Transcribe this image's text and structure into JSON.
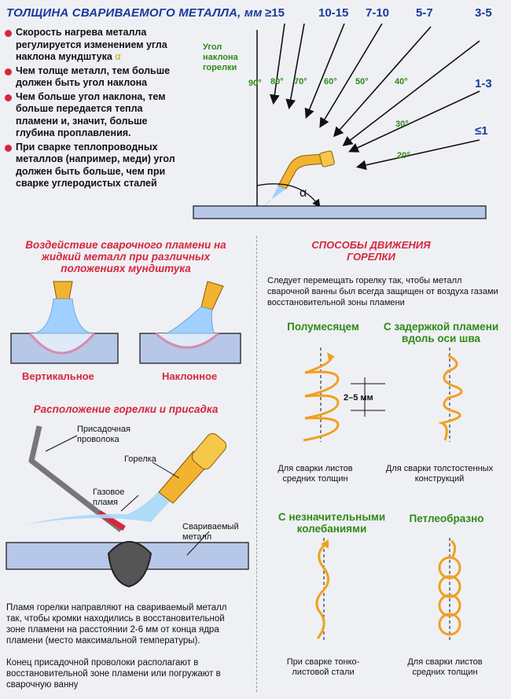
{
  "header": {
    "title": "ТОЛЩИНА СВАРИВАЕМОГО МЕТАЛЛА, мм",
    "thicknesses": [
      "≥15",
      "10-15",
      "7-10",
      "5-7",
      "3-5"
    ],
    "thickness_right": [
      "1-3",
      "≤1"
    ]
  },
  "bullets": [
    {
      "text": "Скорость нагрева металла регулируется изменением угла наклона мундштука ",
      "symbol": "α"
    },
    {
      "text": "Чем толще металл, тем больше должен быть угол наклона"
    },
    {
      "text": "Чем больше угол наклона, тем больше передается теп­ла пламени и, значит, боль­ше глубина проплавления."
    },
    {
      "text": "При сварке теплопроводных металлов (например, меди) угол должен быть больше, чем при сварке углеродис­тых сталей"
    }
  ],
  "angle_diagram": {
    "label": "Угол наклона горелки",
    "angles": [
      "90°",
      "80°",
      "70°",
      "60°",
      "50°",
      "40°",
      "30°",
      "20°"
    ],
    "alpha": "α"
  },
  "flame_section": {
    "title": "Воздействие сварочного пламени на жидкий металл при различных положениях мундштука",
    "labels": [
      "Вертикальное",
      "Наклонное"
    ]
  },
  "position_section": {
    "title": "Расположение горелки и присадка",
    "labels": {
      "filler_wire": "Присадочная проволока",
      "torch": "Горелка",
      "gas_flame": "Газовое пламя",
      "metal": "Свариваемый металл"
    },
    "text1": "Пламя горелки направляют на свариваемый металл так, чтобы кромки находились в вос­становительной зоне пламени на расстоянии 2-6 мм от конца ядра пламени (место макси­мальной температуры).",
    "text2": "Конец присадочной проволоки располагают в восстановительной зоне пламени или по­гружают в сварочную ванну"
  },
  "movement_section": {
    "title": "СПОСОБЫ ДВИЖЕНИЯ ГОРЕЛКИ",
    "intro": "Следует перемещать горелку так, чтобы металл сварочной ванны был всегда защищен от воз­духа газами восстановительной зоны пламени",
    "methods": [
      {
        "name": "Полумесяцем",
        "caption": "Для сварки листов средних толщин"
      },
      {
        "name": "С задержкой пламени вдоль оси шва",
        "caption": "Для сварки толстостен­ных конструкций"
      },
      {
        "name": "С незначитель­ными колебаниями",
        "caption": "При сварке тонко­листовой стали"
      },
      {
        "name": "Петлеобразно",
        "caption": "Для сварки листов средних толщин"
      }
    ],
    "dimension": "2–5 мм"
  },
  "colors": {
    "title_blue": "#1a3a9a",
    "bullet_red": "#d7263d",
    "label_green": "#2f8a16",
    "motion_orange": "#f0a020",
    "plate_blue": "#b7c7e8"
  }
}
